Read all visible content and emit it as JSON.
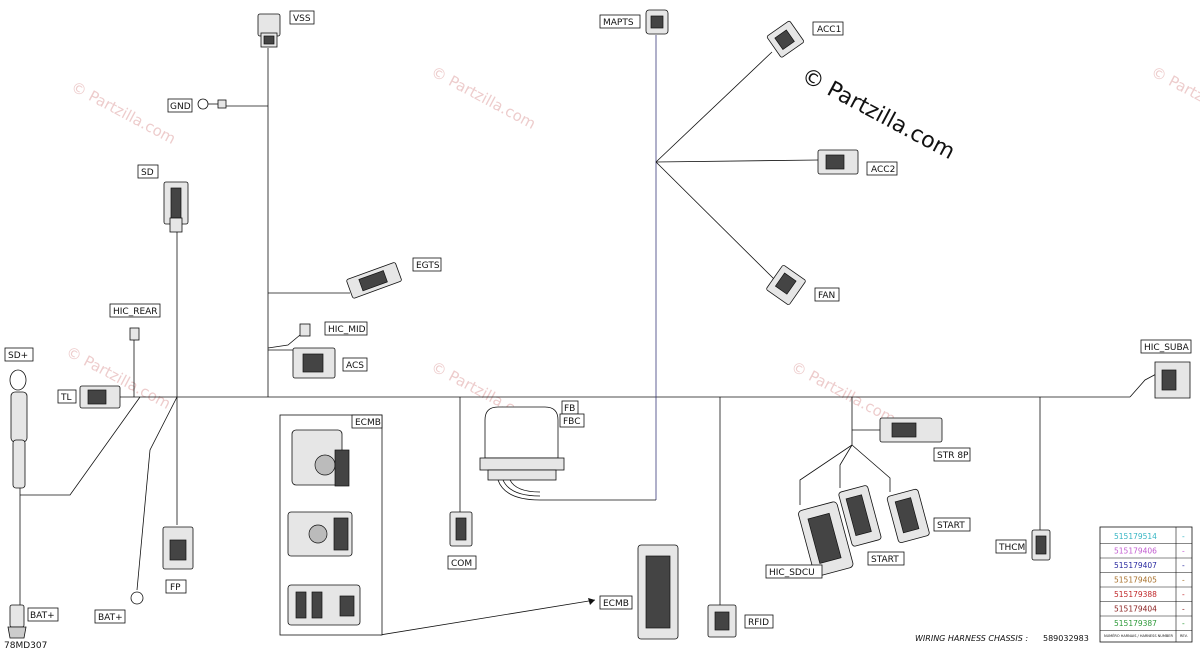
{
  "labels": {
    "vss": "VSS",
    "mapts": "MAPTS",
    "acc1": "ACC1",
    "acc2": "ACC2",
    "fan": "FAN",
    "gnd": "GND",
    "sd": "SD",
    "egts": "EGTS",
    "hic_mid": "HIC_MID",
    "acs": "ACS",
    "hic_rear": "HIC_REAR",
    "sd_plus": "SD+",
    "tl": "TL",
    "ecmb_top": "ECMB",
    "fb": "FB",
    "fbc": "FBC",
    "com": "COM",
    "ecmb_bottom": "ECMB",
    "rfid": "RFID",
    "fp": "FP",
    "bat_plus_1": "BAT+",
    "bat_plus_2": "BAT+",
    "hic_suba": "HIC_SUBA",
    "str_8p": "STR 8P",
    "start_1": "START",
    "start_2": "START",
    "hic_sdcu": "HIC_SDCU",
    "thcm": "THCM"
  },
  "watermark": {
    "brand": "© Partzilla.com",
    "faint": "© Partzilla.com"
  },
  "footer": {
    "drawing_code": "78MD307",
    "harness_title": "WIRING HARNESS CHASSIS :",
    "harness_number": "589032983"
  },
  "legend": {
    "header_col1": "NUMÉRO HARNAIS / HARNESS NUMBER",
    "header_col2": "REV.",
    "rows": [
      {
        "number": "515179514",
        "rev": "-",
        "color": "#37b6c4"
      },
      {
        "number": "515179406",
        "rev": "-",
        "color": "#c25bd0"
      },
      {
        "number": "515179407",
        "rev": "-",
        "color": "#2a2aa0"
      },
      {
        "number": "515179405",
        "rev": "-",
        "color": "#a8702a"
      },
      {
        "number": "515179388",
        "rev": "-",
        "color": "#c0282a"
      },
      {
        "number": "515179404",
        "rev": "-",
        "color": "#8a2020"
      },
      {
        "number": "515179387",
        "rev": "-",
        "color": "#2e9a3a"
      }
    ]
  }
}
